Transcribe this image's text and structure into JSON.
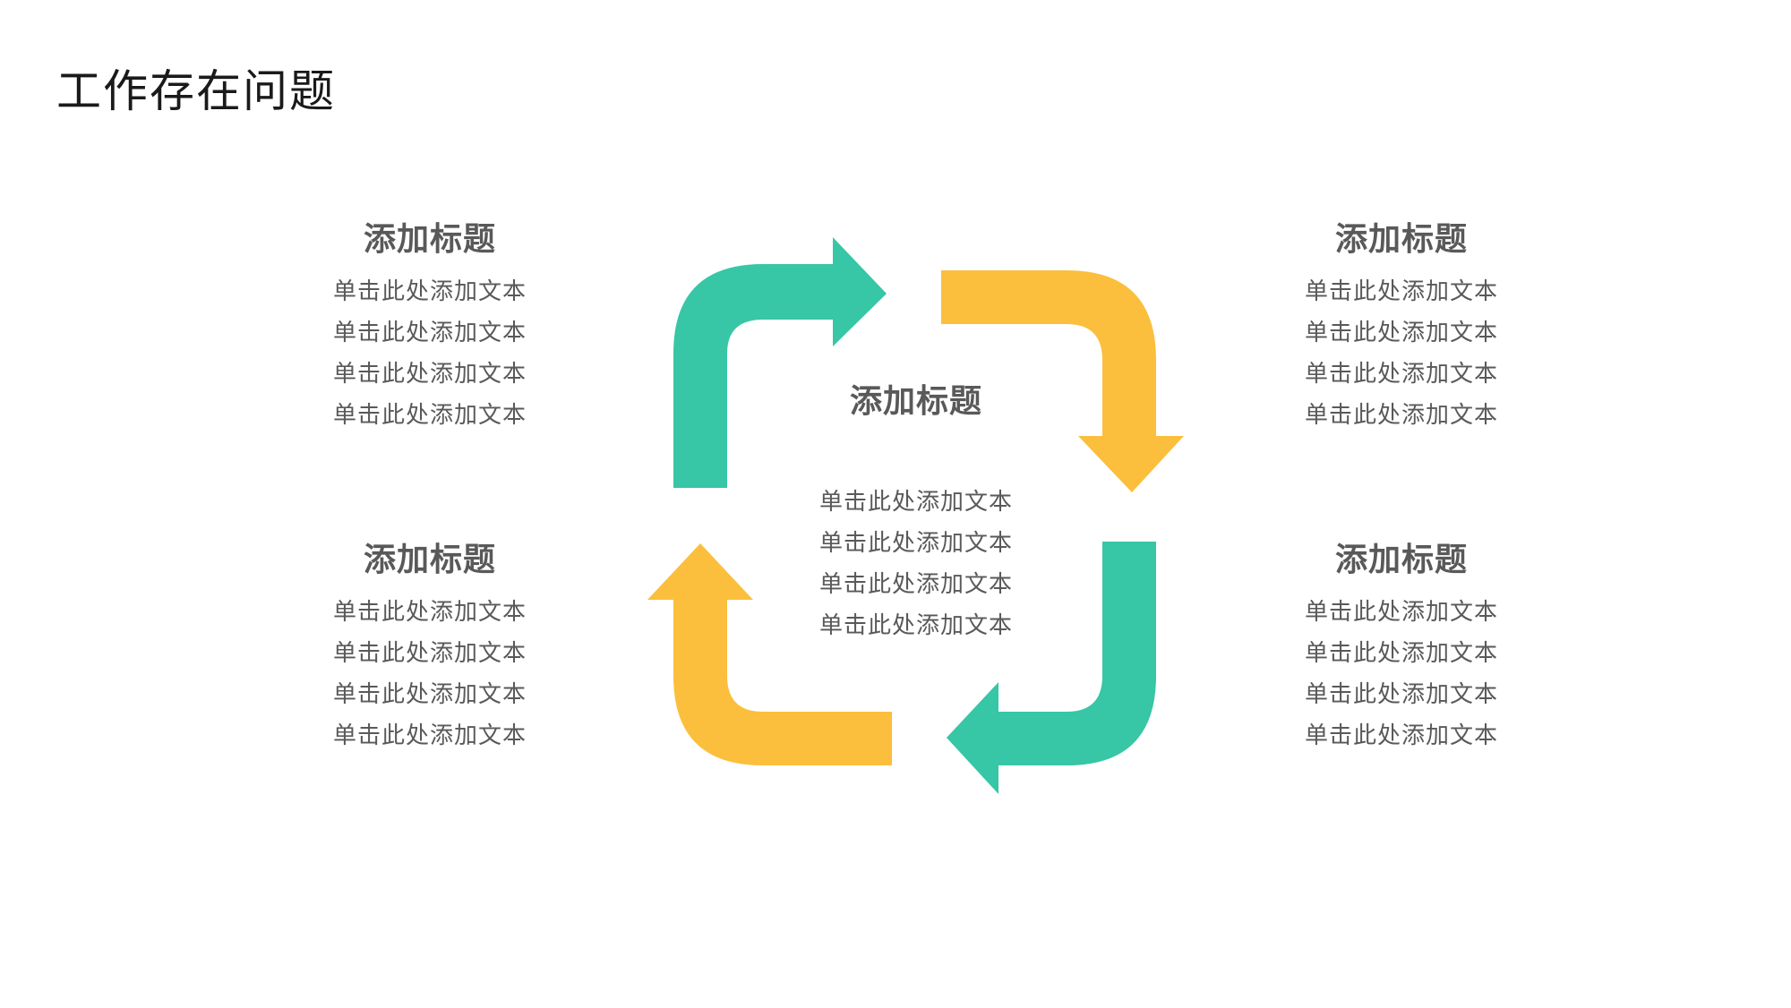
{
  "page": {
    "title": "工作存在问题"
  },
  "colors": {
    "green": "#37C6A6",
    "yellow": "#FBBF3D",
    "text": "#595959",
    "title": "#1a1a1a"
  },
  "blocks": {
    "top_left": {
      "title": "添加标题",
      "lines": [
        "单击此处添加文本",
        "单击此处添加文本",
        "单击此处添加文本",
        "单击此处添加文本"
      ]
    },
    "top_right": {
      "title": "添加标题",
      "lines": [
        "单击此处添加文本",
        "单击此处添加文本",
        "单击此处添加文本",
        "单击此处添加文本"
      ]
    },
    "bottom_left": {
      "title": "添加标题",
      "lines": [
        "单击此处添加文本",
        "单击此处添加文本",
        "单击此处添加文本",
        "单击此处添加文本"
      ]
    },
    "bottom_right": {
      "title": "添加标题",
      "lines": [
        "单击此处添加文本",
        "单击此处添加文本",
        "单击此处添加文本",
        "单击此处添加文本"
      ]
    },
    "center": {
      "title": "添加标题",
      "lines": [
        "单击此处添加文本",
        "单击此处添加文本",
        "单击此处添加文本",
        "单击此处添加文本"
      ]
    }
  },
  "arrows": [
    {
      "name": "top-left-arrow",
      "color": "green"
    },
    {
      "name": "top-right-arrow",
      "color": "yellow"
    },
    {
      "name": "bottom-right-arrow",
      "color": "green"
    },
    {
      "name": "bottom-left-arrow",
      "color": "yellow"
    }
  ]
}
